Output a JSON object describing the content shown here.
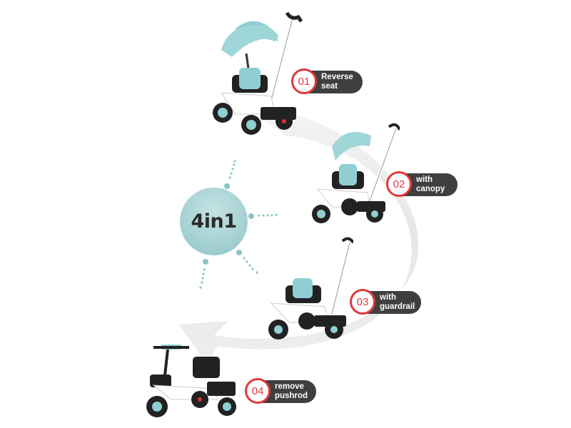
{
  "hub": {
    "label": "4in1",
    "color": "#a8d3d5"
  },
  "steps": [
    {
      "number": "01",
      "line1": "Reverse",
      "line2": "seat"
    },
    {
      "number": "02",
      "line1": "with",
      "line2": "canopy"
    },
    {
      "number": "03",
      "line1": "with",
      "line2": "guardrail"
    },
    {
      "number": "04",
      "line1": "remove",
      "line2": "pushrod"
    }
  ],
  "colors": {
    "accent_red": "#e0383a",
    "pill_bg": "#3f3f3f",
    "canopy_teal": "#8fcfd2",
    "arrow_gray": "#e6e6e6"
  },
  "products": [
    {
      "name": "tricycle with canopy reverse seat"
    },
    {
      "name": "tricycle with canopy"
    },
    {
      "name": "tricycle with guardrail"
    },
    {
      "name": "tricycle without pushrod"
    }
  ]
}
